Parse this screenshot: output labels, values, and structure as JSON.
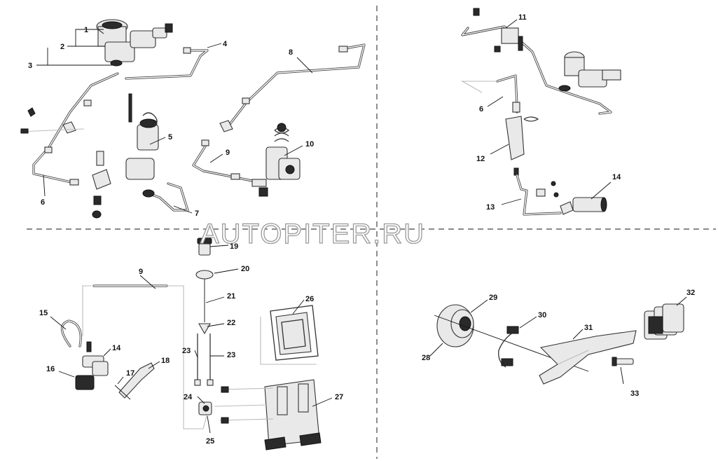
{
  "watermark": "AUTOPITER.RU",
  "callouts": {
    "c1": "1",
    "c2": "2",
    "c3": "3",
    "c4": "4",
    "c5": "5",
    "c6a": "6",
    "c6b": "6",
    "c7": "7",
    "c8": "8",
    "c9a": "9",
    "c9b": "9",
    "c10": "10",
    "c11": "11",
    "c12": "12",
    "c13": "13",
    "c14a": "14",
    "c14b": "14",
    "c15": "15",
    "c16": "16",
    "c17": "17",
    "c18": "18",
    "c19": "19",
    "c20": "20",
    "c21": "21",
    "c22": "22",
    "c23a": "23",
    "c23b": "23",
    "c24": "24",
    "c25": "25",
    "c26": "26",
    "c27": "27",
    "c28": "28",
    "c29": "29",
    "c30": "30",
    "c31": "31",
    "c32": "32",
    "c33": "33"
  }
}
